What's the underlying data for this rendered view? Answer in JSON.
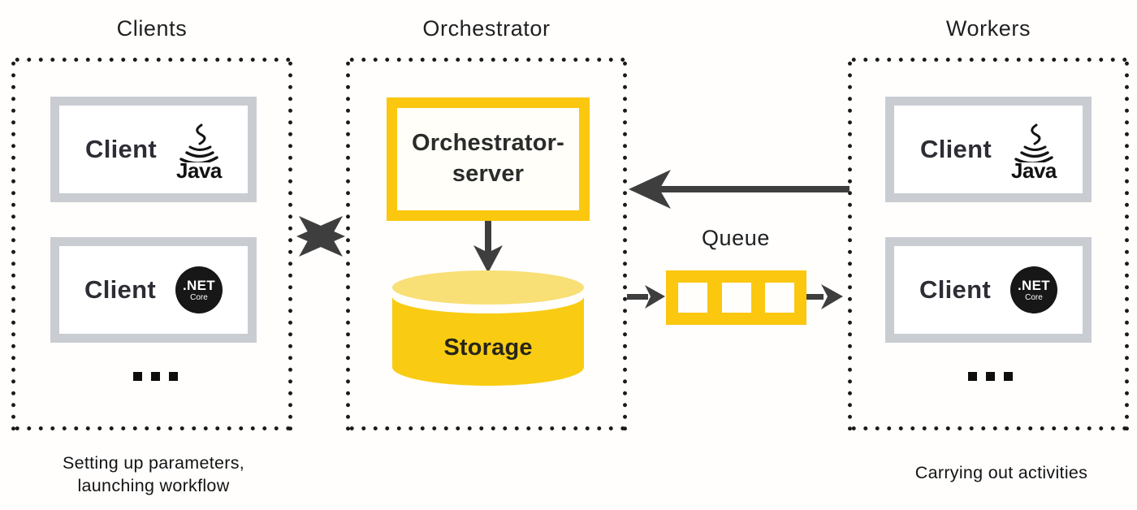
{
  "panels": {
    "clients": {
      "title": "Clients",
      "boxes": [
        {
          "label": "Client",
          "tech": "Java"
        },
        {
          "label": "Client",
          "tech": ".NET Core"
        }
      ],
      "caption": [
        "Setting up parameters,",
        "launching workflow"
      ]
    },
    "orchestrator": {
      "title": "Orchestrator",
      "server_lines": [
        "Orchestrator-",
        "server"
      ],
      "storage_label": "Storage"
    },
    "workers": {
      "title": "Workers",
      "boxes": [
        {
          "label": "Client",
          "tech": "Java"
        },
        {
          "label": "Client",
          "tech": ".NET Core"
        }
      ],
      "caption": [
        "Carrying out activities"
      ]
    }
  },
  "queue": {
    "label": "Queue"
  },
  "logos": {
    "java_word": "Java",
    "dotnet_line1": ".NET",
    "dotnet_line2": "Core"
  },
  "colors": {
    "yellow": "#FBC70F",
    "yellow_body": "#F9CC13",
    "yellow_light": "#F8DF76",
    "gray_border": "#C9CDD2",
    "arrow": "#3E3E3E",
    "dot": "#1A1A1A"
  }
}
